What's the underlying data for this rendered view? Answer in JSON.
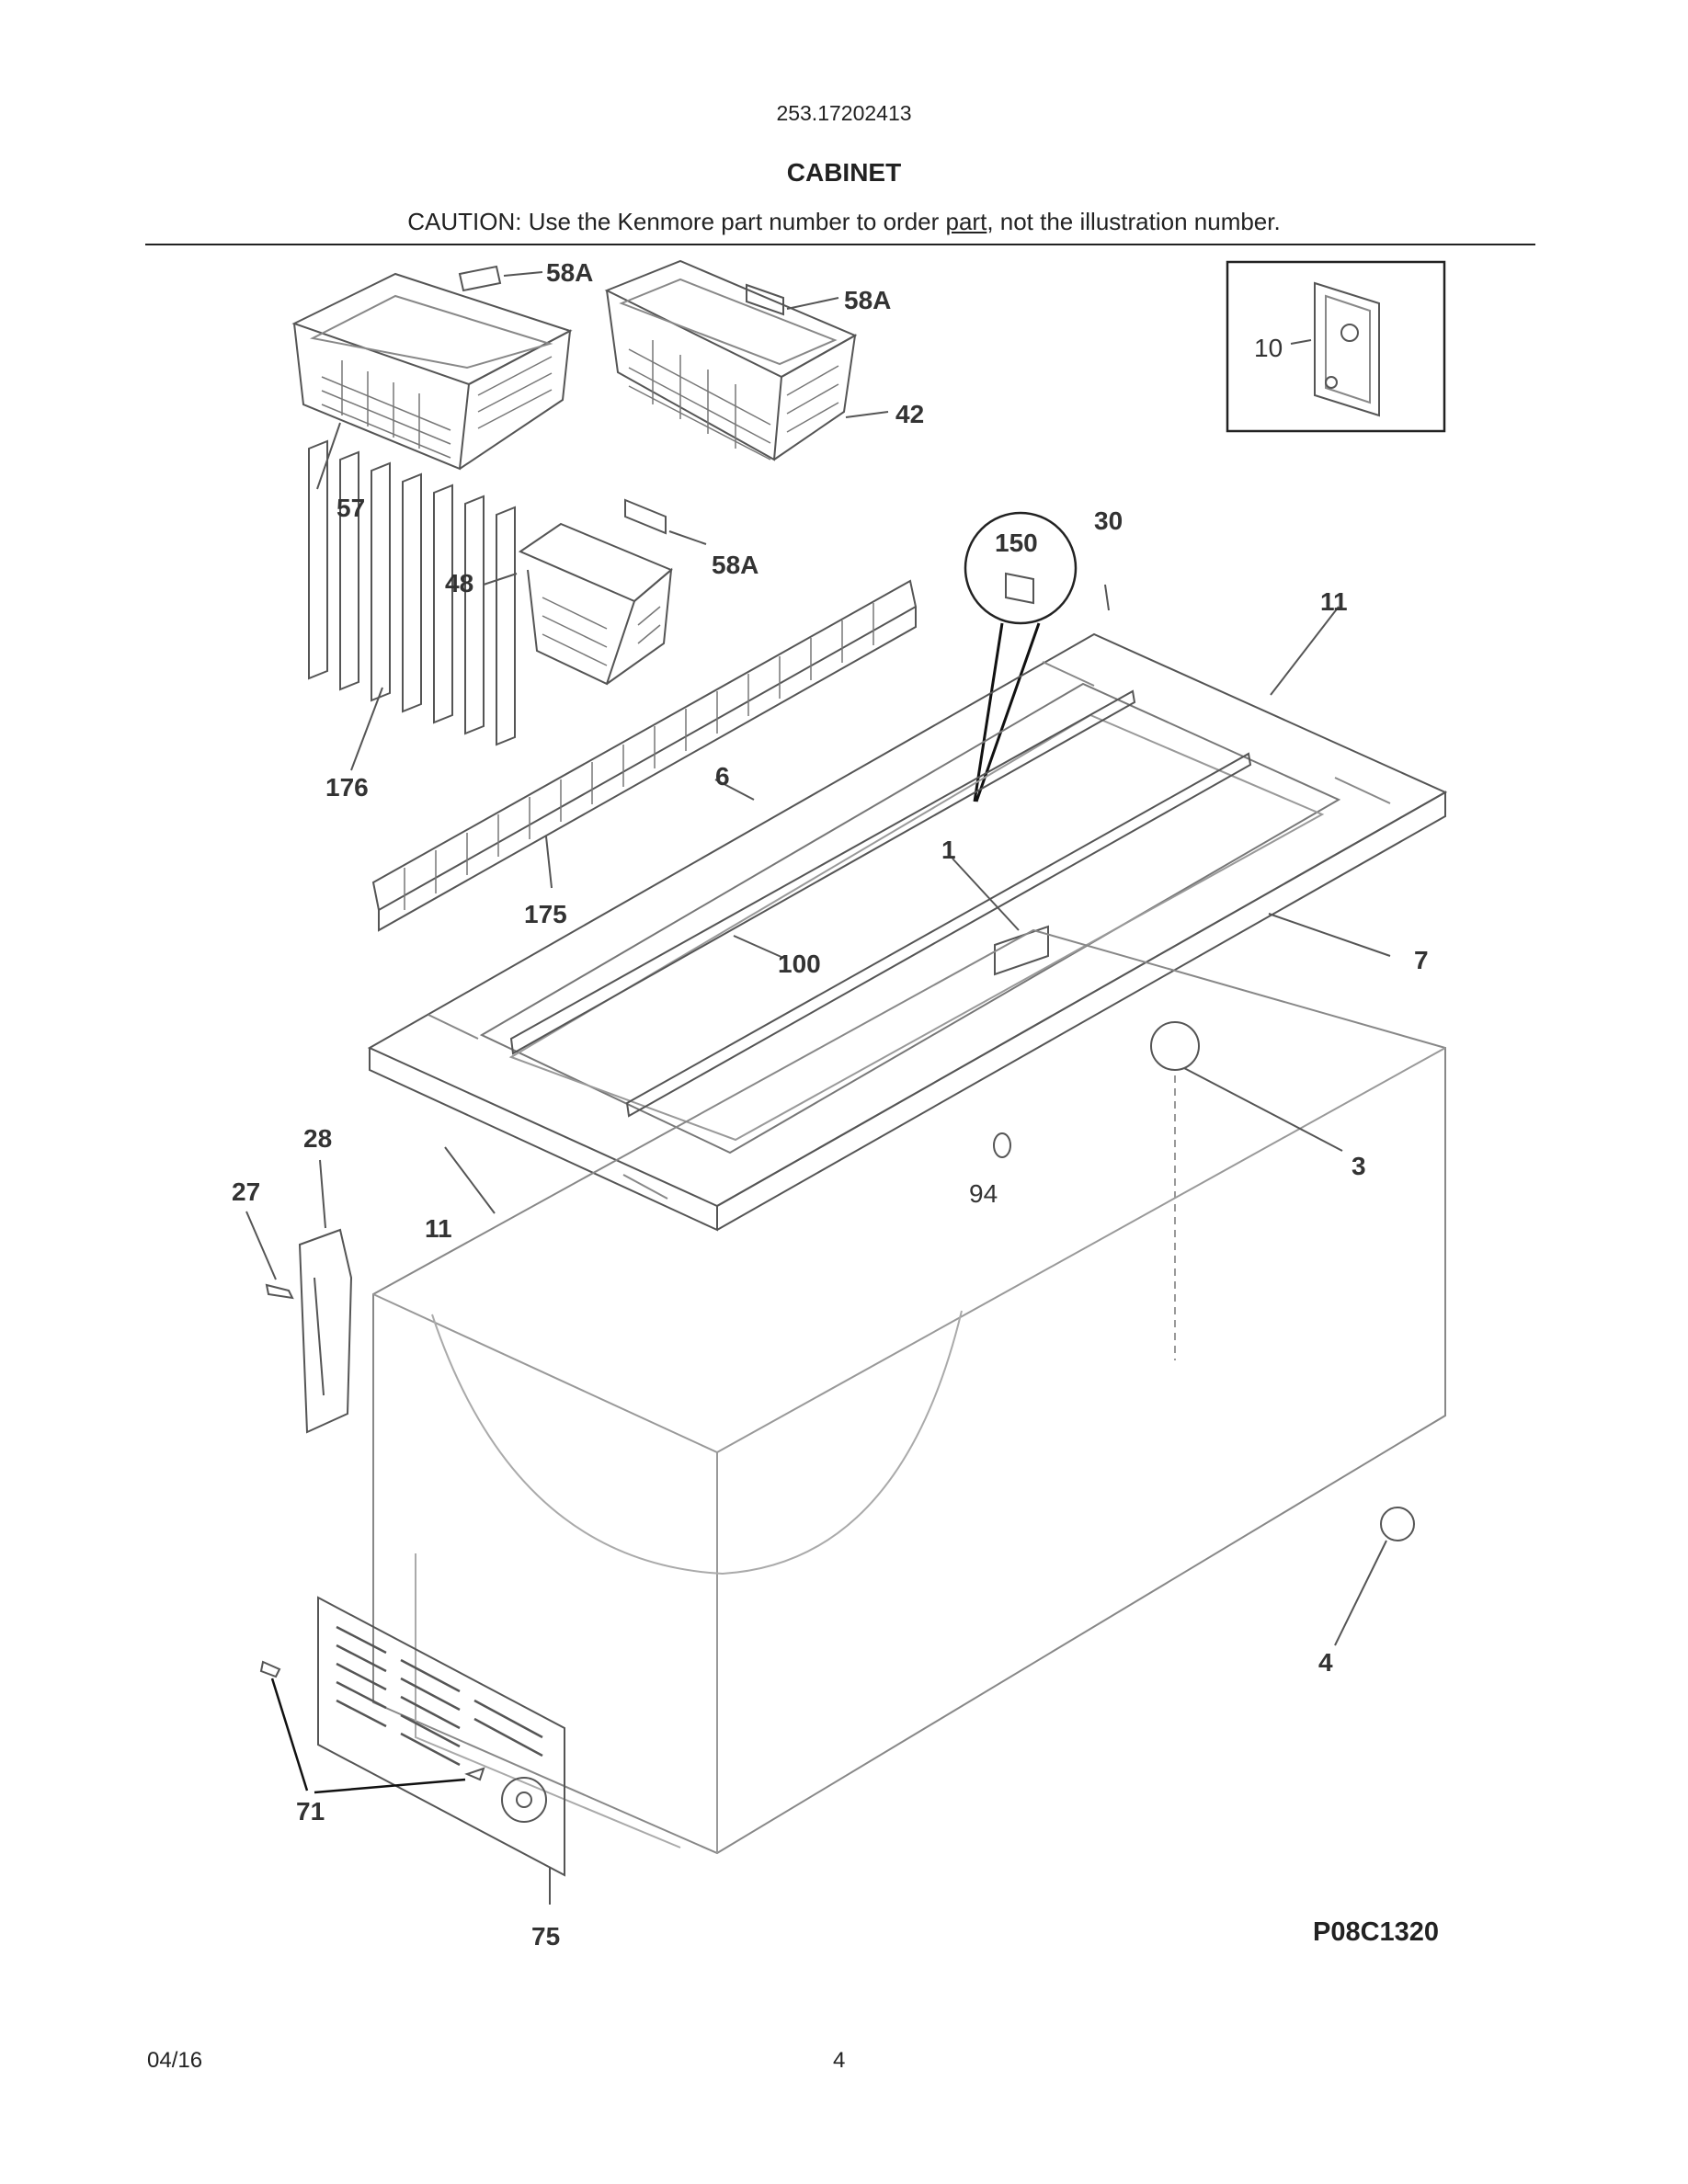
{
  "header": {
    "model_number": "253.17202413",
    "section_title": "CABINET",
    "caution_prefix": "CAUTION: Use the Kenmore part number to order ",
    "caution_link": "part",
    "caution_suffix": ", not the illustration number."
  },
  "callouts": {
    "c58a_1": "58A",
    "c58a_2": "58A",
    "c58a_3": "58A",
    "c42": "42",
    "c57": "57",
    "c48": "48",
    "c10": "10",
    "c150": "150",
    "c30": "30",
    "c11_top": "11",
    "c176": "176",
    "c6": "6",
    "c1": "1",
    "c7": "7",
    "c175": "175",
    "c100": "100",
    "c28": "28",
    "c27": "27",
    "c11_bottom": "11",
    "c3": "3",
    "c94": "94",
    "c4": "4",
    "c71": "71",
    "c75": "75"
  },
  "footer": {
    "figure_code": "P08C1320",
    "date": "04/16",
    "page_number": "4"
  }
}
